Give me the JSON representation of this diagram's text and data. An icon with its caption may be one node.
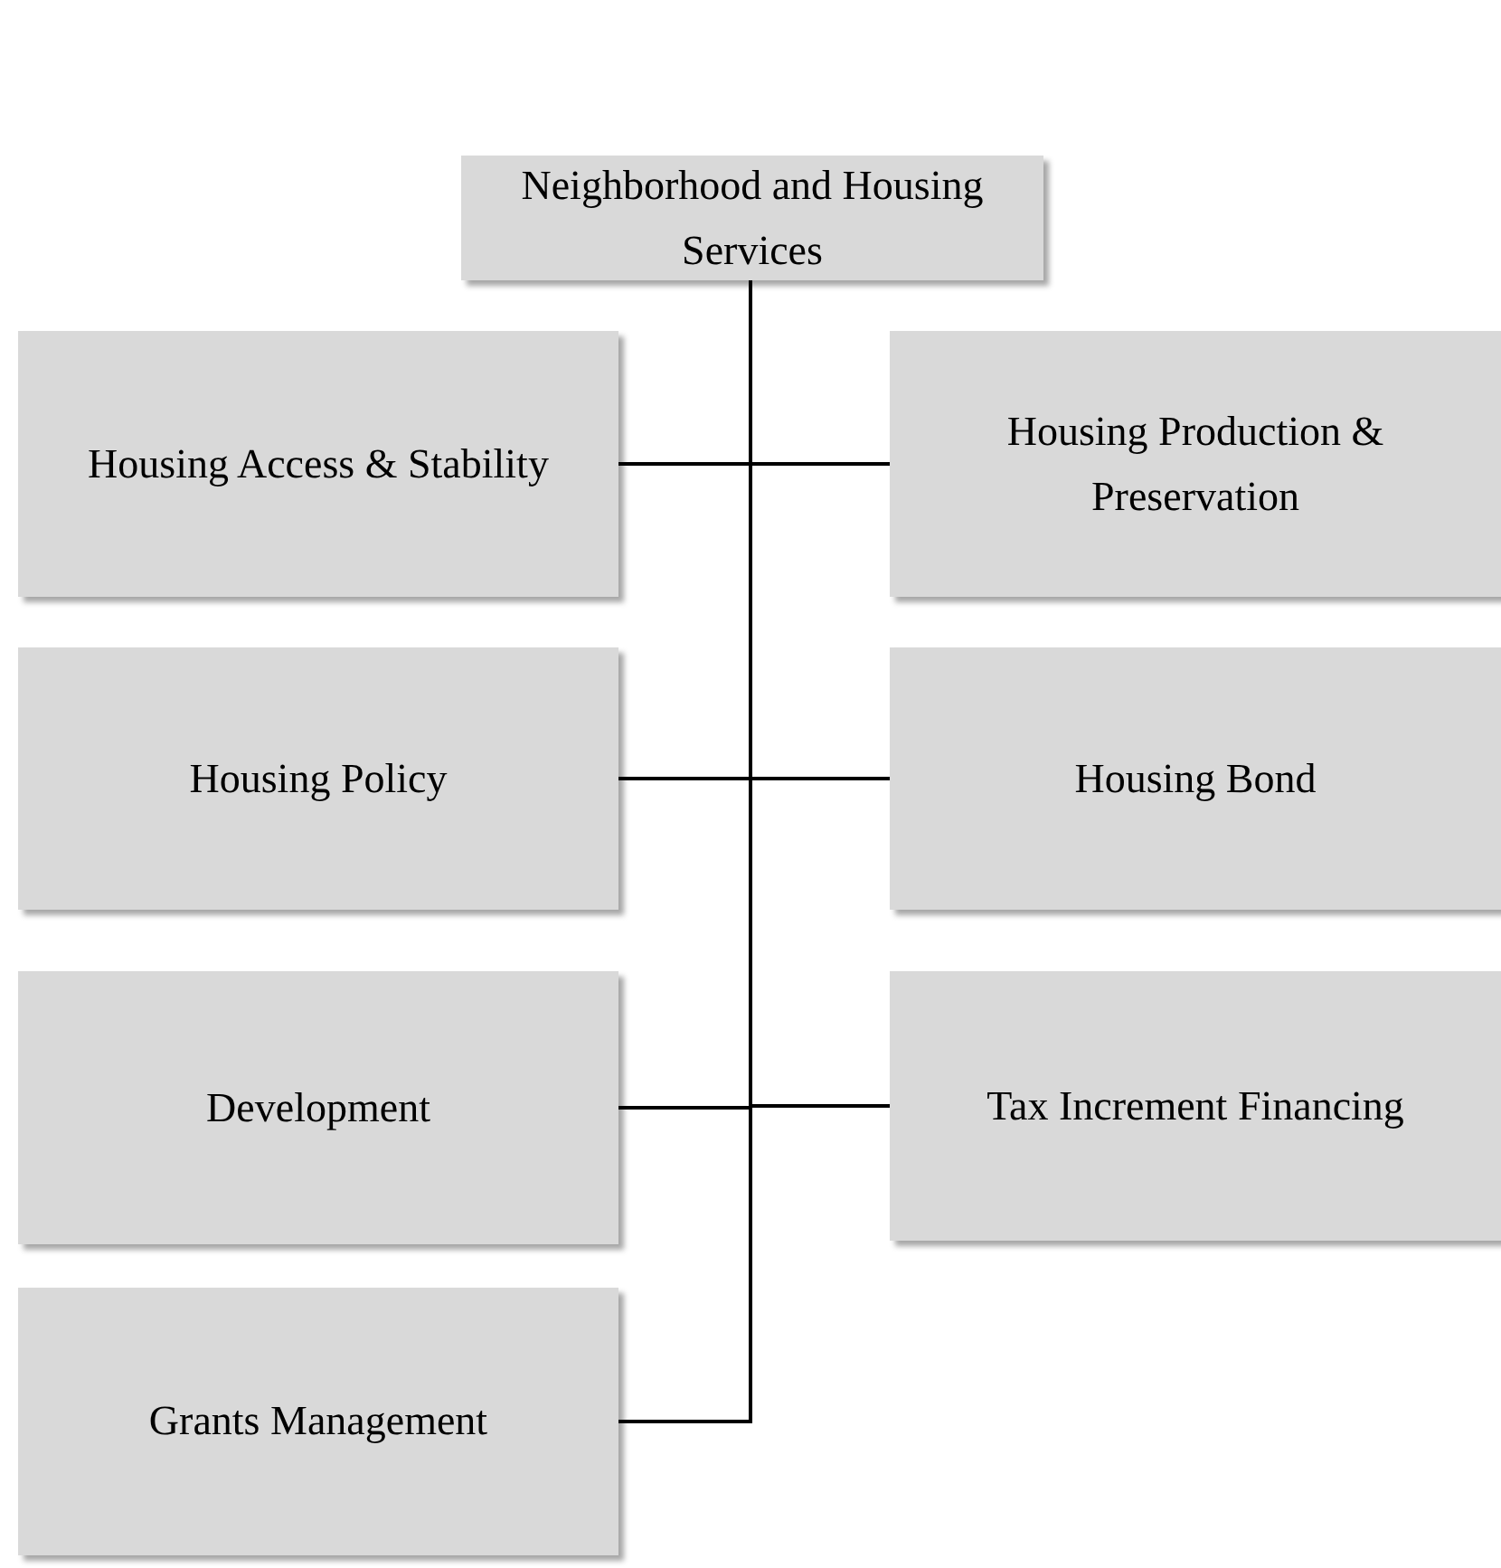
{
  "diagram": {
    "nodes": [
      {
        "text": [
          "Neighborhood and Housing Services"
        ]
      },
      {
        "text": [
          "Housing Access & Stability"
        ]
      },
      {
        "text": [
          "Housing Production & Preservation"
        ]
      },
      {
        "text": [
          "Housing Policy"
        ]
      },
      {
        "text": [
          "Housing Bond"
        ]
      },
      {
        "text": [
          "Development"
        ]
      },
      {
        "text": [
          "Tax Increment Financing"
        ]
      },
      {
        "text": [
          "Grants Management"
        ]
      }
    ],
    "edges": [
      {
        "from": 0,
        "to": 1,
        "arrow": "none"
      },
      {
        "from": 0,
        "to": 2,
        "arrow": "none"
      },
      {
        "from": 0,
        "to": 3,
        "arrow": "none"
      },
      {
        "from": 0,
        "to": 4,
        "arrow": "none"
      },
      {
        "from": 0,
        "to": 5,
        "arrow": "none"
      },
      {
        "from": 0,
        "to": 6,
        "arrow": "none"
      },
      {
        "from": 0,
        "to": 7,
        "arrow": "none"
      }
    ]
  }
}
